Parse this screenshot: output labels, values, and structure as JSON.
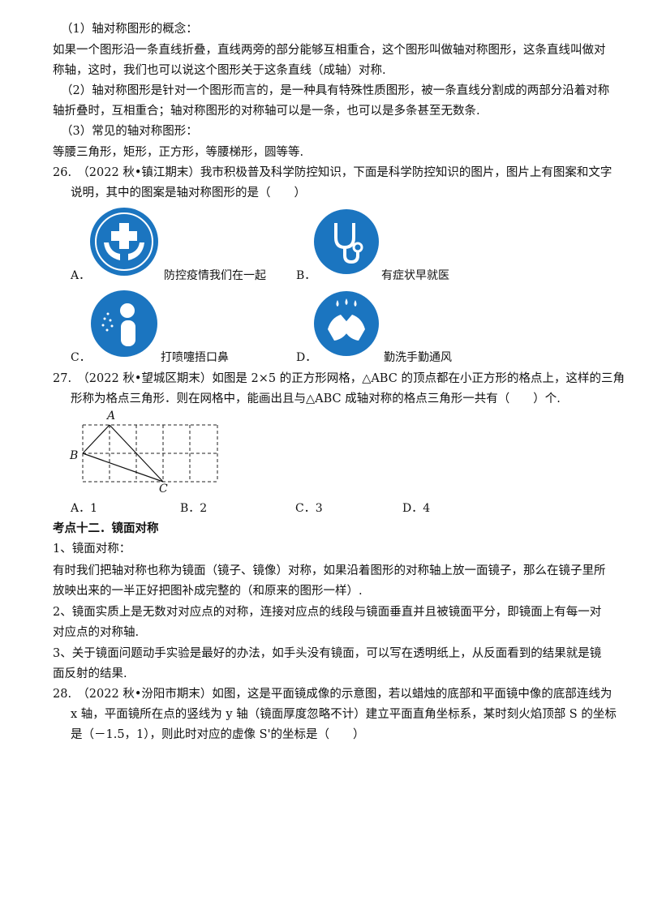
{
  "lines": {
    "l01": "（1）轴对称图形的概念：",
    "l02": "如果一个图形沿一条直线折叠，直线两旁的部分能够互相重合，这个图形叫做轴对称图形，这条直线叫做对",
    "l03": "称轴，这时，我们也可以说这个图形关于这条直线（成轴）对称.",
    "l04": "（2）轴对称图形是针对一个图形而言的，是一种具有特殊性质图形，被一条直线分割成的两部分沿着对称",
    "l05": "轴折叠时，互相重合；轴对称图形的对称轴可以是一条，也可以是多条甚至无数条.",
    "l06": "（3）常见的轴对称图形：",
    "l07": "等腰三角形，矩形，正方形，等腰梯形，圆等等.",
    "q26a": "26.　（2022 秋•镇江期末）我市积极普及科学防控知识，下面是科学防控知识的图片，图片上有图案和文字",
    "q26b": "说明，其中的图案是轴对称图形的是（　　）",
    "q27a": "27.　（2022 秋•望城区期末）如图是 2×5 的正方形网格，△ABC 的顶点都在小正方形的格点上，这样的三角",
    "q27b": "形称为格点三角形．则在网格中，能画出且与△ABC 成轴对称的格点三角形一共有（　　）个.",
    "sec12": "考点十二．镜面对称",
    "m01": "1、镜面对称：",
    "m02": "有时我们把轴对称也称为镜面（镜子、镜像）对称，如果沿着图形的对称轴上放一面镜子，那么在镜子里所",
    "m03": "放映出来的一半正好把图补成完整的（和原来的图形一样）.",
    "m04": "2、镜面实质上是无数对对应点的对称，连接对应点的线段与镜面垂直并且被镜面平分，即镜面上有每一对",
    "m05": "对应点的对称轴.",
    "m06": "3、关于镜面问题动手实验是最好的办法，如手头没有镜面，可以写在透明纸上，从反面看到的结果就是镜",
    "m07": "面反射的结果.",
    "q28a": "28.　（2022 秋•汾阳市期末）如图，这是平面镜成像的示意图，若以蜡烛的底部和平面镜中像的底部连线为",
    "q28b": "x 轴，平面镜所在点的竖线为 y 轴（镜面厚度忽略不计）建立平面直角坐标系，某时刻火焰顶部 S 的坐标",
    "q28c": "是（－1.5，1），则此时对应的虚像 S'的坐标是（　　）"
  },
  "q26_options": [
    {
      "letter": "A．",
      "caption": "防控疫情我们在一起",
      "icon": "hands-cross-icon"
    },
    {
      "letter": "B．",
      "caption": "有症状早就医",
      "icon": "stethoscope-icon"
    },
    {
      "letter": "C．",
      "caption": "打喷嚏捂口鼻",
      "icon": "sneeze-icon"
    },
    {
      "letter": "D．",
      "caption": "勤洗手勤通风",
      "icon": "handwash-icon"
    }
  ],
  "q27_points": {
    "a": "A",
    "b": "B",
    "c": "C"
  },
  "q27_options": [
    "A．1",
    "B．2",
    "C．3",
    "D．4"
  ],
  "colors": {
    "icon_blue": "#1b75c0",
    "text": "#111111"
  }
}
